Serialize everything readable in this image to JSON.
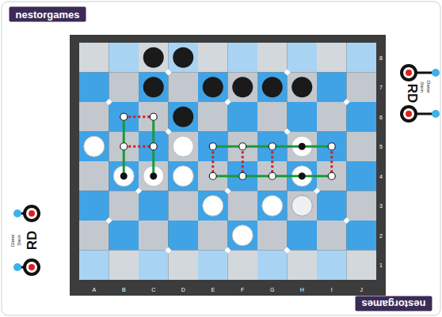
{
  "diagram": {
    "labels": [
      "nestorgames",
      "Dieter",
      "Stein",
      "RD",
      "8",
      "7",
      "6",
      "5",
      "4",
      "3",
      "2",
      "1",
      "Dieter",
      "Stein",
      "RD",
      "A",
      "B",
      "C",
      "D",
      "E",
      "F",
      "G",
      "H",
      "I",
      "J",
      "nestorgames"
    ]
  }
}
